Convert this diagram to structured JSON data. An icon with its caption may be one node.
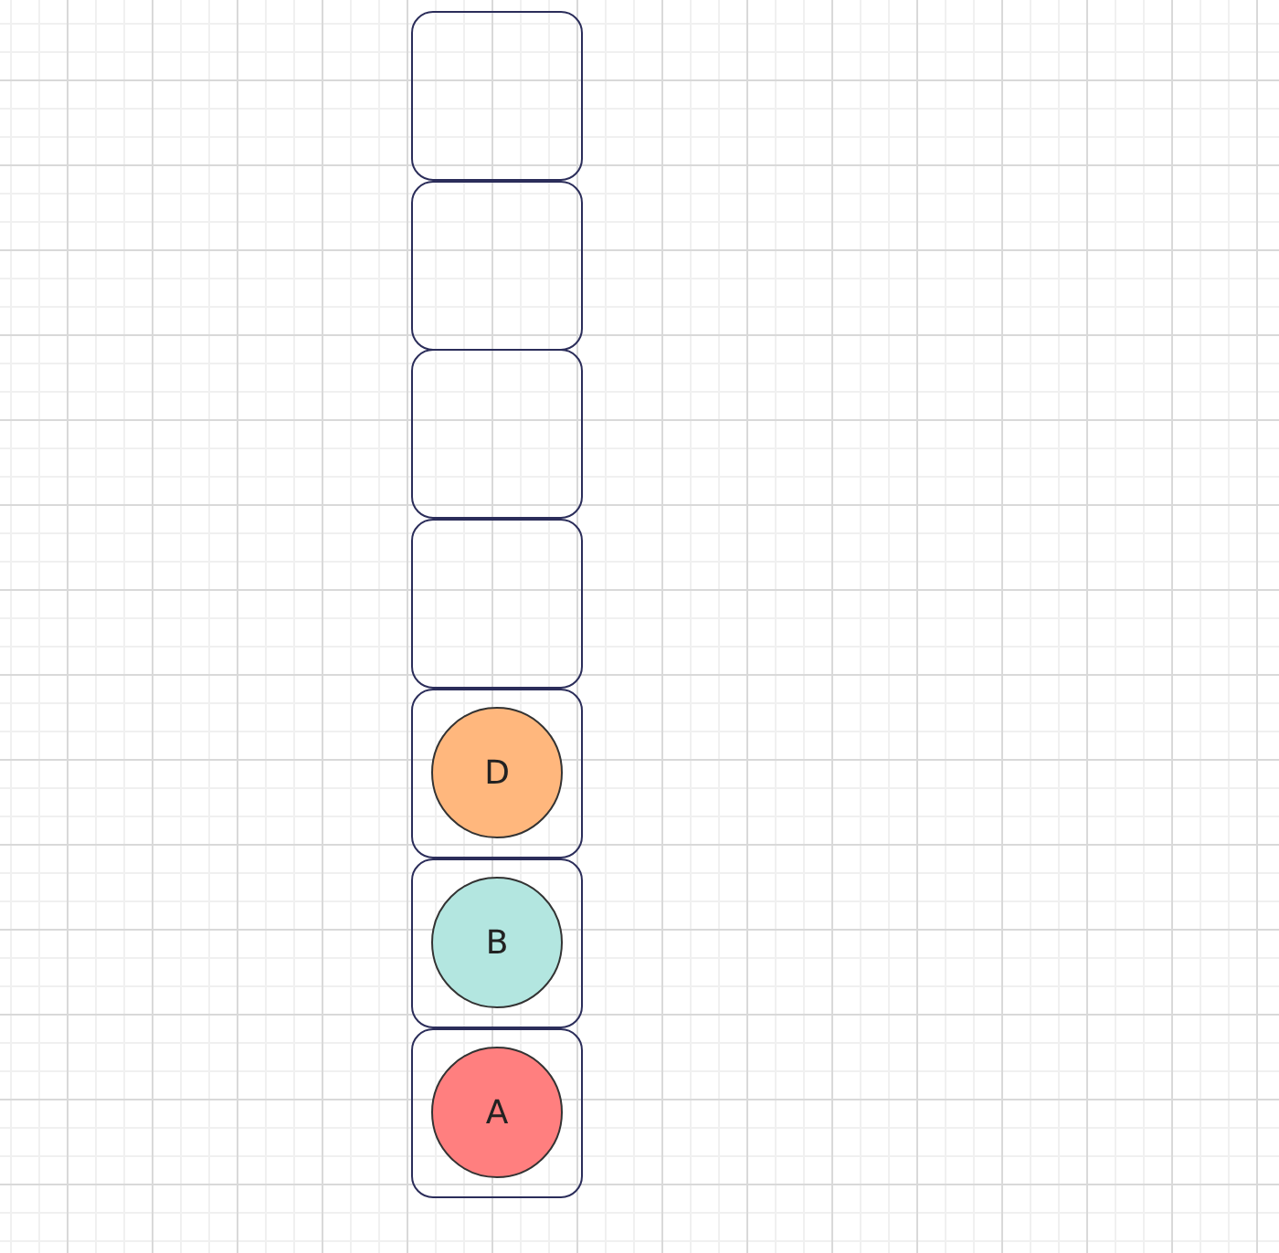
{
  "diagram": {
    "nodes": [
      {
        "text": [],
        "shape": "box"
      },
      {
        "text": [],
        "shape": "box"
      },
      {
        "text": [],
        "shape": "box"
      },
      {
        "text": [],
        "shape": "box"
      },
      {
        "text": [],
        "shape": "box"
      },
      {
        "text": [
          "D"
        ],
        "in": 4
      },
      {
        "text": [],
        "shape": "box"
      },
      {
        "text": [
          "B"
        ],
        "in": 6
      },
      {
        "text": [],
        "shape": "box"
      },
      {
        "text": [
          "A"
        ],
        "in": 8
      }
    ]
  }
}
